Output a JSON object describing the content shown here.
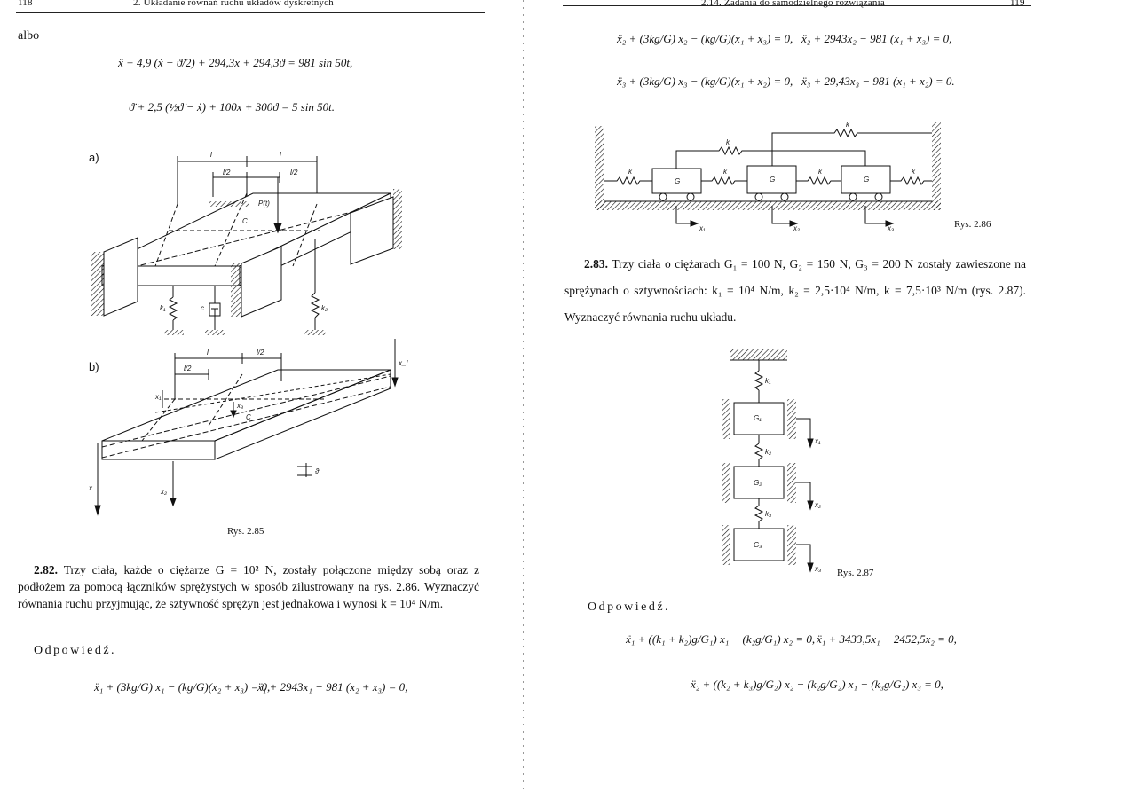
{
  "left_page": {
    "page_number": "118",
    "running_head": "2. Układanie równań ruchu układów dyskretnych",
    "intro_word": "albo",
    "eq1": "ẍ + 4,9 (ẋ − ϑ̇/2) + 294,3x + 294,3ϑ = 981 sin 50t,",
    "eq2": "ϑ̈ + 2,5 (½ϑ̇ − ẋ) + 100x + 300ϑ = 5 sin 50t.",
    "fig_a_label": "a)",
    "fig_b_label": "b)",
    "fig_caption": "Rys. 2.85",
    "problem_number": "2.82.",
    "problem_text": "Trzy ciała, każde o ciężarze G = 10² N, zostały połączone między sobą oraz z podłożem za pomocą łączników sprężystych w sposób zilustrowany na rys. 2.86. Wyznaczyć równania ruchu przyjmując, że sztywność sprężyn jest jednakowa i wynosi k = 10⁴ N/m.",
    "answer_heading": "Odpowiedź.",
    "eq3_left": "ẍ₁ + (3kg/G) x₁ − (kg/G)(x₂ + x₃) = 0,",
    "eq3_right": "ẍ₁ + 2943x₁ − 981 (x₂ + x₃) = 0,"
  },
  "right_page": {
    "page_number": "119",
    "running_head": "2.14. Zadania do samodzielnego rozwiązania",
    "eq1_left": "ẍ₂ + (3kg/G) x₂ − (kg/G)(x₁ + x₃) = 0,",
    "eq1_right": "ẍ₂ + 2943x₂ − 981 (x₁ + x₃) = 0,",
    "eq2_left": "ẍ₃ + (3kg/G) x₃ − (kg/G)(x₁ + x₂) = 0,",
    "eq2_right": "ẍ₃ + 29,43x₃ − 981 (x₁ + x₂) = 0.",
    "fig286_caption": "Rys. 2.86",
    "problem_number": "2.83.",
    "problem_text": "Trzy ciała o ciężarach G₁ = 100 N, G₂ = 150 N, G₃ = 200 N zostały zawieszone na sprężynach o sztywnościach: k₁ = 10⁴ N/m, k₂ = 2,5·10⁴ N/m, k = 7,5·10³ N/m (rys. 2.87). Wyznaczyć równania ruchu układu.",
    "fig287_caption": "Rys. 2.87",
    "answer_heading": "Odpowiedź.",
    "eq3_left": "ẍ₁ + ((k₁ + k₂)g/G₁) x₁ − (k₂g/G₁) x₂ = 0,",
    "eq3_right": "ẍ₁ + 3433,5x₁ − 2452,5x₂ = 0,",
    "eq4": "ẍ₂ + ((k₂ + k₃)g/G₂) x₂ − (k₂g/G₂) x₁ − (k₃g/G₂) x₃ = 0,"
  },
  "figure_labels": {
    "l": "l",
    "l_half": "l/2",
    "P": "P(t)",
    "C": "C",
    "c": "c",
    "k": "k",
    "k1": "k₁",
    "k2": "k₂",
    "k3": "k₃",
    "G": "G",
    "G1": "G₁",
    "G2": "G₂",
    "G3": "G₃",
    "x": "x",
    "x1": "x₁",
    "x2": "x₂",
    "x3": "x₃",
    "xL": "x_L",
    "theta": "ϑ"
  }
}
